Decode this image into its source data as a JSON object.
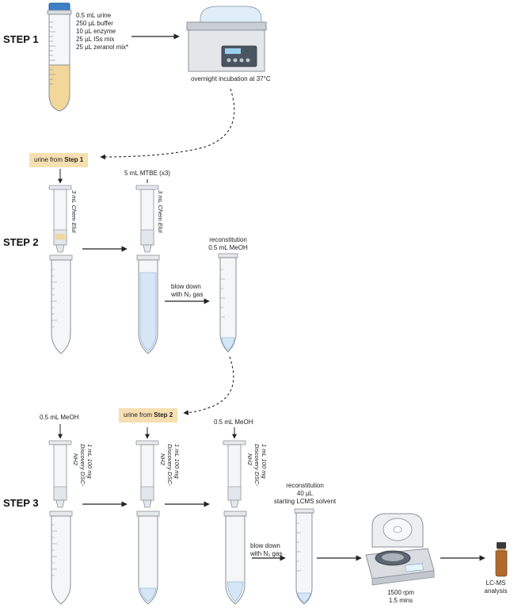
{
  "steps": {
    "step1": "STEP 1",
    "step2": "STEP 2",
    "step3": "STEP 3"
  },
  "step1": {
    "reagents": [
      "0.5 mL urine",
      "250 µL buffer",
      "10 µL enzyme",
      "25 µL ISs mix",
      "25 µL zeranol mix*"
    ],
    "incubation_label": "overnight incubation at 37°C"
  },
  "step2": {
    "source_prefix": "urine from ",
    "source_bold": "Step 1",
    "cartridge_label": "3 mL Chem Elut",
    "mtbe_label": "5 mL MTBE (x3)",
    "blowdown_line1": "blow down",
    "blowdown_line2": "with N₂ gas",
    "reconstitution_line1": "reconstitution",
    "reconstitution_line2": "0.5 mL MeOH"
  },
  "step3": {
    "source_prefix": "urine from ",
    "source_bold": "Step 2",
    "meoh_label_1": "0.5 mL MeOH",
    "meoh_label_2": "0.5 mL MeOH",
    "cartridge_line1": "1 mL 100 mg",
    "cartridge_line2": "Discovery DSC-",
    "cartridge_line3": "NH2",
    "blowdown_line1": "blow down",
    "blowdown_line2": "with N₂ gas",
    "reconstitution_line1": "reconstitution",
    "reconstitution_line2": "40 µL",
    "reconstitution_line3": "starting LCMS solvent",
    "centrifuge_line1": "1500 rpm",
    "centrifuge_line2": "1.5 mins",
    "analysis_line1": "LC-MS",
    "analysis_line2": "analysis"
  },
  "colors": {
    "tube_outline": "#8a9099",
    "tube_fill": "#f4f6f8",
    "urine": "#f1d79a",
    "solvent": "#d5e6f7",
    "cap": "#3c7fc7",
    "label_box": "#f6dfb0",
    "arrow": "#222222"
  }
}
